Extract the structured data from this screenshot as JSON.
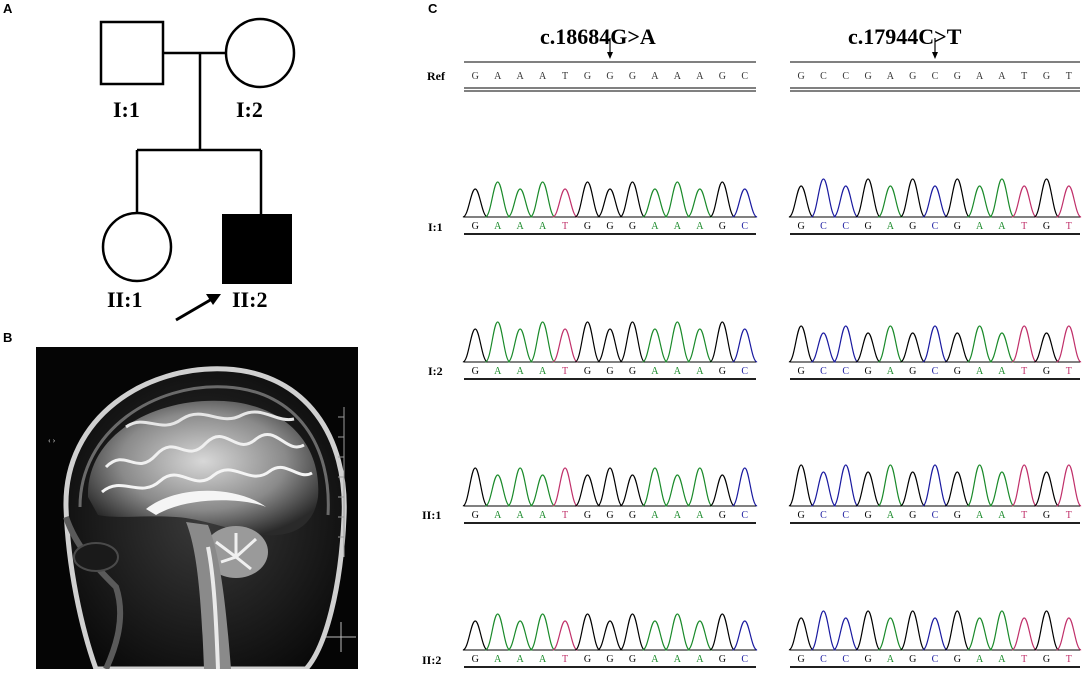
{
  "panels": {
    "a": "A",
    "b": "B",
    "c": "C"
  },
  "pedigree": {
    "father": "I:1",
    "mother": "I:2",
    "daughter": "II:1",
    "proband": "II:2"
  },
  "sequencing": {
    "variants": [
      {
        "name": "c.18684G>A",
        "sequence": [
          "G",
          "A",
          "A",
          "A",
          "T",
          "G",
          "G",
          "G",
          "A",
          "A",
          "A",
          "G",
          "C"
        ]
      },
      {
        "name": "c.17944C>T",
        "sequence": [
          "G",
          "C",
          "C",
          "G",
          "A",
          "G",
          "C",
          "G",
          "A",
          "A",
          "T",
          "G",
          "T"
        ]
      }
    ],
    "ref_label": "Ref",
    "samples": [
      "I:1",
      "I:2",
      "II:1",
      "II:2"
    ],
    "base_colors": {
      "G": "#000000",
      "A": "#1a8a2a",
      "T": "#c0306a",
      "C": "#1a1aa0"
    }
  }
}
